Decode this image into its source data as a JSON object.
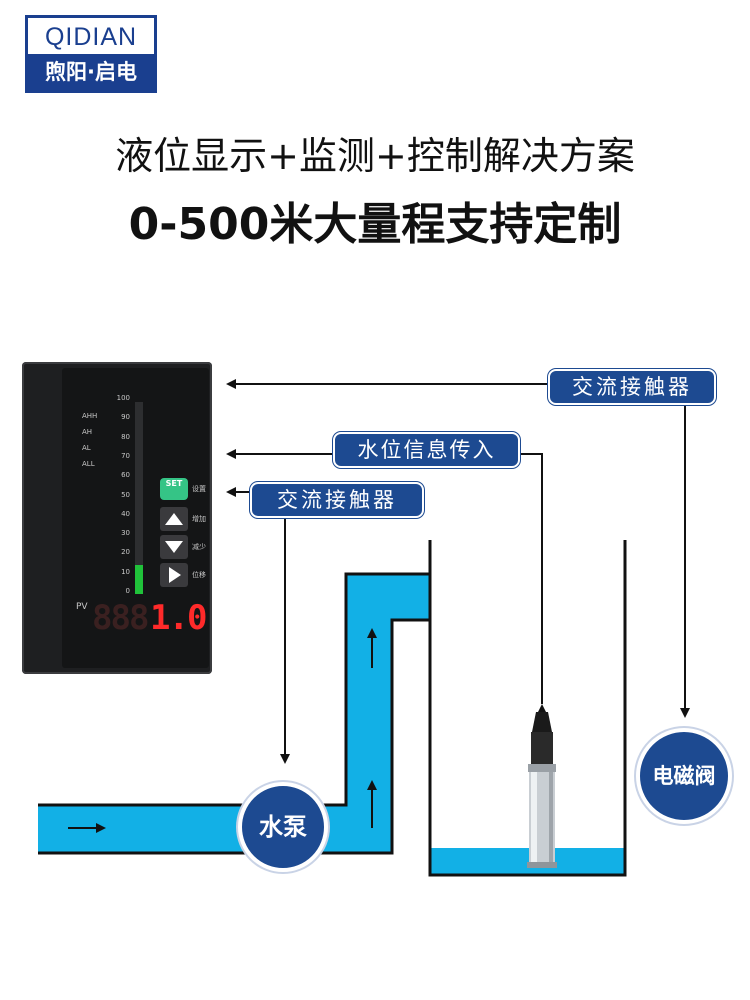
{
  "brand": {
    "name_en": "QIDIAN",
    "name_cn": "煦阳·启电"
  },
  "headline": {
    "line1": "液位显示+监测+控制解决方案",
    "line2": "0-500米大量程支持定制"
  },
  "labels": {
    "contactor_top": "交流接触器",
    "water_level_in": "水位信息传入",
    "contactor_mid": "交流接触器",
    "pump": "水泵",
    "valve": "电磁阀"
  },
  "device": {
    "pv_label": "PV",
    "display_dim": "888",
    "display_value": "1.0",
    "alarms": [
      "AHH",
      "AH",
      "AL",
      "ALL"
    ],
    "scale": [
      "100",
      "90",
      "80",
      "70",
      "60",
      "50",
      "40",
      "30",
      "20",
      "10",
      "0"
    ],
    "keys": [
      "设置",
      "增加",
      "减少",
      "位移"
    ],
    "set_key": "SET",
    "bar_level_percent": 15
  },
  "colors": {
    "water": "#12b0e6",
    "navy": "#1d4a91",
    "pipe_wall": "#111111",
    "bar_green": "#20c23a",
    "digit_red": "#ff2a2a"
  }
}
